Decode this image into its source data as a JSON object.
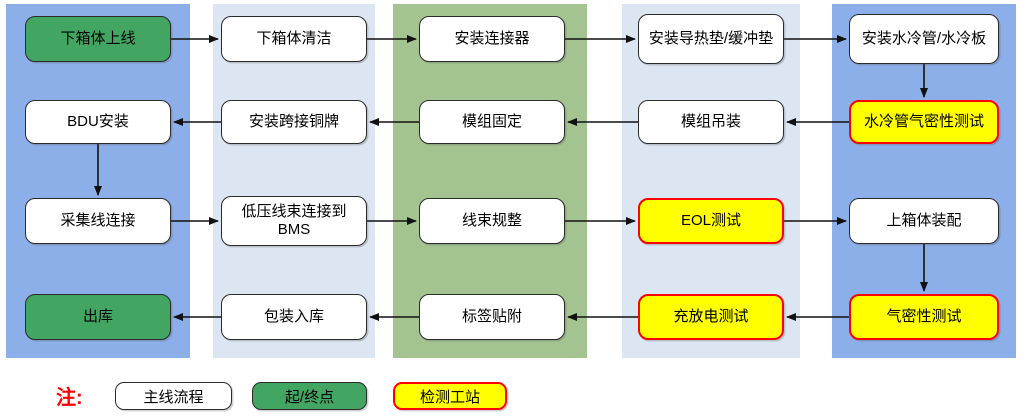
{
  "colors": {
    "lane_blue": "#8caee9",
    "lane_light": "#dce6f2",
    "lane_green": "#a3c491",
    "terminal_fill": "#42a562",
    "test_fill": "#ffff00",
    "test_border": "#ff0000",
    "note_red": "#ff0000",
    "node_border": "#2b2b2b"
  },
  "nodes": {
    "r1c1": {
      "label": "下箱体上线",
      "type": "terminal"
    },
    "r1c2": {
      "label": "下箱体清洁",
      "type": "normal"
    },
    "r1c3": {
      "label": "安装连接器",
      "type": "normal"
    },
    "r1c4": {
      "label": "安装导热垫/缓冲垫",
      "type": "normal"
    },
    "r1c5": {
      "label": "安装水冷管/水冷板",
      "type": "normal"
    },
    "r2c5": {
      "label": "水冷管气密性测试",
      "type": "test"
    },
    "r2c4": {
      "label": "模组吊装",
      "type": "normal"
    },
    "r2c3": {
      "label": "模组固定",
      "type": "normal"
    },
    "r2c2": {
      "label": "安装跨接铜牌",
      "type": "normal"
    },
    "r2c1": {
      "label": "BDU安装",
      "type": "normal"
    },
    "r3c1": {
      "label": "采集线连接",
      "type": "normal"
    },
    "r3c2": {
      "label": "低压线束连接到BMS",
      "type": "normal"
    },
    "r3c3": {
      "label": "线束规整",
      "type": "normal"
    },
    "r3c4": {
      "label": "EOL测试",
      "type": "test"
    },
    "r3c5": {
      "label": "上箱体装配",
      "type": "normal"
    },
    "r4c5": {
      "label": "气密性测试",
      "type": "test"
    },
    "r4c4": {
      "label": "充放电测试",
      "type": "test"
    },
    "r4c3": {
      "label": "标签贴附",
      "type": "normal"
    },
    "r4c2": {
      "label": "包装入库",
      "type": "normal"
    },
    "r4c1": {
      "label": "出库",
      "type": "terminal"
    }
  },
  "legend": {
    "note_label": "注:",
    "items": [
      {
        "label": "主线流程",
        "type": "normal"
      },
      {
        "label": "起/终点",
        "type": "terminal"
      },
      {
        "label": "检测工站",
        "type": "test"
      }
    ]
  }
}
